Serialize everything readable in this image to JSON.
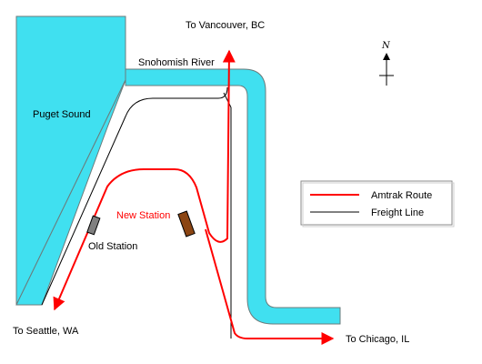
{
  "labels": {
    "water_sound": "Puget Sound",
    "water_river": "Snohomish River",
    "dest_north": "To Vancouver, BC",
    "dest_south": "To Seattle, WA",
    "dest_east": "To Chicago, IL",
    "new_station": "New Station",
    "old_station": "Old Station",
    "north_letter": "N"
  },
  "legend": {
    "amtrak": "Amtrak Route",
    "freight": "Freight Line"
  },
  "colors": {
    "water": "#40e0f0",
    "water_outline": "#6b7b7b",
    "amtrak_route": "#ff0000",
    "freight_line": "#000000",
    "new_station_fill": "#8b4513",
    "old_station_fill": "#808080",
    "new_station_label": "#ff0000"
  },
  "icons": {
    "compass": "north-arrow-icon"
  }
}
